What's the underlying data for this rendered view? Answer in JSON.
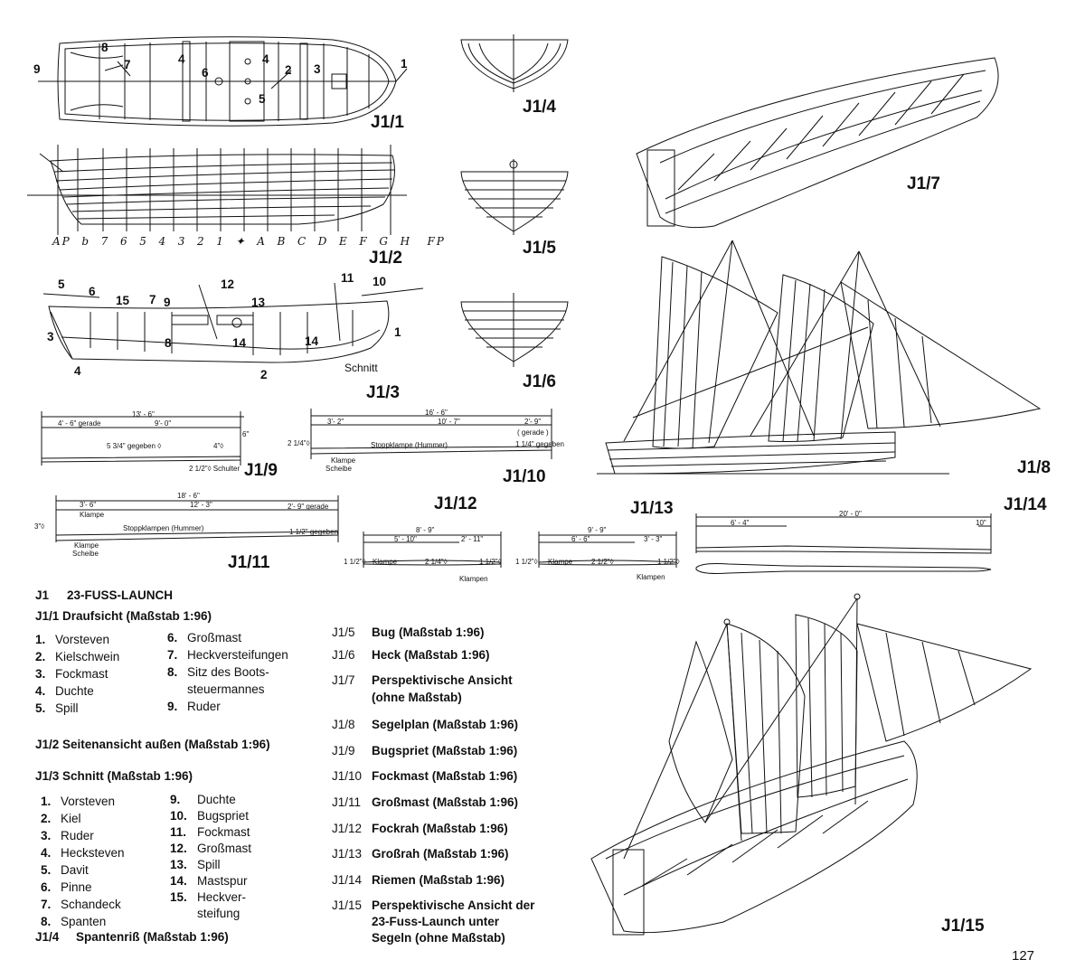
{
  "page_number": "127",
  "figures": {
    "j1_1": "J1/1",
    "j1_2": "J1/2",
    "j1_3": "J1/3",
    "j1_4": "J1/4",
    "j1_5": "J1/5",
    "j1_6": "J1/6",
    "j1_7": "J1/7",
    "j1_8": "J1/8",
    "j1_9": "J1/9",
    "j1_10": "J1/10",
    "j1_11": "J1/11",
    "j1_12": "J1/12",
    "j1_13": "J1/13",
    "j1_14": "J1/14",
    "j1_15": "J1/15"
  },
  "drawing_labels": {
    "schnitt": "Schnitt",
    "j1_1_callouts": [
      "1",
      "2",
      "3",
      "4",
      "4",
      "5",
      "6",
      "7",
      "8",
      "9"
    ],
    "j1_3_callouts": [
      "1",
      "2",
      "3",
      "4",
      "5",
      "6",
      "7",
      "8",
      "9",
      "10",
      "11",
      "12",
      "13",
      "14",
      "14",
      "15"
    ],
    "station_marks": "AP  b  7  6  5  4  3  2  1  ✦  A  B  C  D  E  F  G  H   FP"
  },
  "dimensions": {
    "j1_9": {
      "total": "13' - 6\"",
      "gerade": "4' - 6\" gerade",
      "mid": "9'- 0\"",
      "six": "6\"",
      "gegeben": "5 3/4\" gegeben ◊",
      "four": "4\"◊",
      "schulter": "2 1/2\"◊ Schulter"
    },
    "j1_10": {
      "total": "16' - 6\"",
      "a": "3'- 2\"",
      "b": "10' - 7\"",
      "c": "2'- 9\"",
      "gerade": "( gerade )",
      "left": "2 1/4\"◊",
      "stopp": "Stoppklampe (Hummer)",
      "klampe": "Klampe",
      "scheibe": "Scheibe",
      "gegeben": "1 1/4\" gegeben"
    },
    "j1_11": {
      "total": "18' - 6\"",
      "a": "3'- 6\"",
      "b": "12' - 3\"",
      "c": "2'- 9\" gerade",
      "left": "3\"◊",
      "klampe": "Klampe",
      "stopp": "Stoppklampen (Hummer)",
      "klampe2": "Klampe",
      "scheibe": "Scheibe",
      "gegeben": "1 1/2\" gegeben"
    },
    "j1_12": {
      "total": "8' - 9\"",
      "a": "5' - 10\"",
      "b": "2' - 11\"",
      "left": "1 1/2\"◊",
      "klampe": "Klampe",
      "mid": "2 1/4\"◊",
      "right": "1 1/2\"◊",
      "klampen": "Klampen"
    },
    "j1_13": {
      "total": "9' - 9\"",
      "a": "6' - 6\"",
      "b": "3' - 3\"",
      "left": "1 1/2\"◊",
      "klampe": "Klampe",
      "mid": "2 1/2\"◊",
      "right": "1 1/2\"◊",
      "klampen": "Klampen"
    },
    "j1_14": {
      "total": "20' - 0\"",
      "a": "6' - 4\"",
      "b": "10\""
    }
  },
  "legend": {
    "heading_id": "J1",
    "heading": "23-FUSS-LAUNCH",
    "j1_1_title": "J1/1 Draufsicht (Maßstab 1:96)",
    "j1_1_items_left": [
      {
        "n": "1.",
        "t": "Vorsteven"
      },
      {
        "n": "2.",
        "t": "Kielschwein"
      },
      {
        "n": "3.",
        "t": "Fockmast"
      },
      {
        "n": "4.",
        "t": "Duchte"
      },
      {
        "n": "5.",
        "t": "Spill"
      }
    ],
    "j1_1_items_right": [
      {
        "n": "6.",
        "t": "Großmast"
      },
      {
        "n": "7.",
        "t": "Heckversteifungen"
      },
      {
        "n": "8.",
        "t": "Sitz des Boots-"
      },
      {
        "n": "",
        "t": "steuermannes"
      },
      {
        "n": "9.",
        "t": "Ruder"
      }
    ],
    "j1_2_title": "J1/2 Seitenansicht außen (Maßstab 1:96)",
    "j1_3_title": "J1/3 Schnitt (Maßstab 1:96)",
    "j1_3_items_left": [
      {
        "n": "1.",
        "t": "Vorsteven"
      },
      {
        "n": "2.",
        "t": "Kiel"
      },
      {
        "n": "3.",
        "t": "Ruder"
      },
      {
        "n": "4.",
        "t": "Hecksteven"
      },
      {
        "n": "5.",
        "t": "Davit"
      },
      {
        "n": "6.",
        "t": "Pinne"
      },
      {
        "n": "7.",
        "t": "Schandeck"
      },
      {
        "n": "8.",
        "t": "Spanten"
      }
    ],
    "j1_3_items_right": [
      {
        "n": "9.",
        "t": "Duchte"
      },
      {
        "n": "10.",
        "t": "Bugspriet"
      },
      {
        "n": "11.",
        "t": "Fockmast"
      },
      {
        "n": "12.",
        "t": "Großmast"
      },
      {
        "n": "13.",
        "t": "Spill"
      },
      {
        "n": "14.",
        "t": "Mastspur"
      },
      {
        "n": "15.",
        "t": "Heckver-"
      },
      {
        "n": "",
        "t": "steifung"
      }
    ],
    "j1_4_title_id": "J1/4",
    "j1_4_title": "Spantenriß (Maßstab 1:96)",
    "right_captions": [
      {
        "id": "J1/5",
        "t": "Bug (Maßstab 1:96)"
      },
      {
        "id": "J1/6",
        "t": "Heck (Maßstab 1:96)"
      },
      {
        "id": "J1/7",
        "t": "Perspektivische Ansicht"
      },
      {
        "id": "",
        "t": "(ohne Maßstab)"
      },
      {
        "id": "J1/8",
        "t": "Segelplan (Maßstab 1:96)"
      },
      {
        "id": "J1/9",
        "t": "Bugspriet (Maßstab 1:96)"
      },
      {
        "id": "J1/10",
        "t": "Fockmast (Maßstab 1:96)"
      },
      {
        "id": "J1/11",
        "t": "Großmast (Maßstab 1:96)"
      },
      {
        "id": "J1/12",
        "t": "Fockrah (Maßstab 1:96)"
      },
      {
        "id": "J1/13",
        "t": "Großrah (Maßstab 1:96)"
      },
      {
        "id": "J1/14",
        "t": "Riemen (Maßstab 1:96)"
      },
      {
        "id": "J1/15",
        "t": "Perspektivische Ansicht der"
      },
      {
        "id": "",
        "t": "23-Fuss-Launch unter"
      },
      {
        "id": "",
        "t": "Segeln (ohne Maßstab)"
      }
    ]
  }
}
